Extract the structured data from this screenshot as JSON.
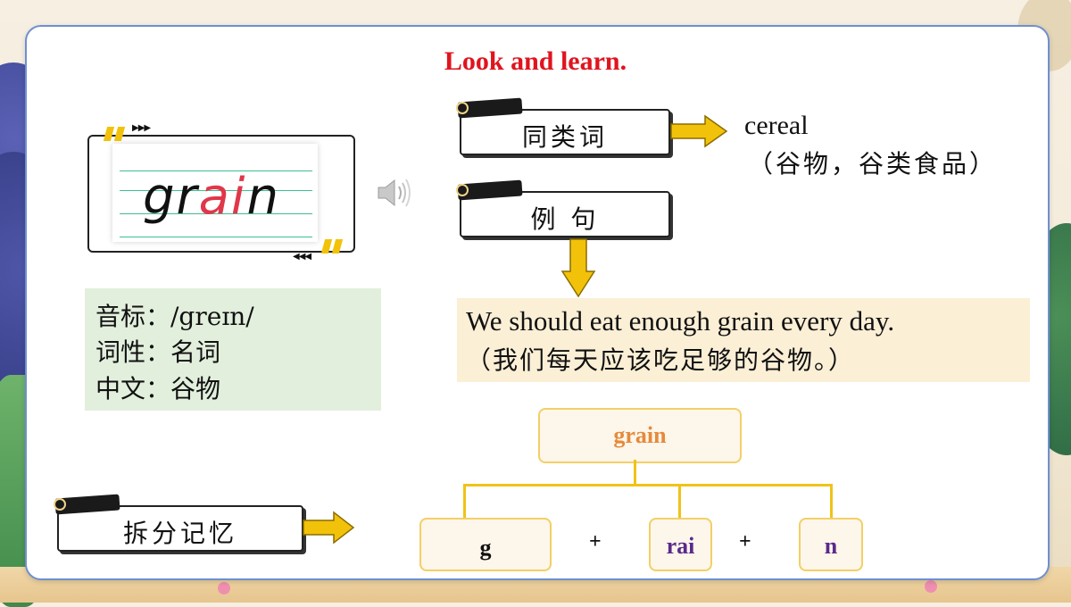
{
  "title": "Look and learn.",
  "word_card": {
    "pre": "gr",
    "highlight": "ai",
    "post": "n"
  },
  "info": {
    "phonetic": "音标：/greɪn/",
    "pos": "词性：名词",
    "chinese": "中文：谷物"
  },
  "synonym": {
    "label": "同类词",
    "word": "cereal",
    "meaning": "（谷物，谷类食品）"
  },
  "example": {
    "label": "例 句",
    "en": "We should eat enough grain every day.",
    "cn": "（我们每天应该吃足够的谷物。）"
  },
  "split": {
    "label": "拆分记忆",
    "root": "grain",
    "parts": [
      "g",
      "rai",
      "n"
    ],
    "plus": "+"
  },
  "colors": {
    "title": "#e0141e",
    "highlight": "#e0374a",
    "root_text": "#e58a3c",
    "part_purple": "#5a2a8c",
    "arrow_yellow": "#f2c20b",
    "info_bg": "#e2efdd",
    "sentence_bg": "#fbefd6"
  }
}
